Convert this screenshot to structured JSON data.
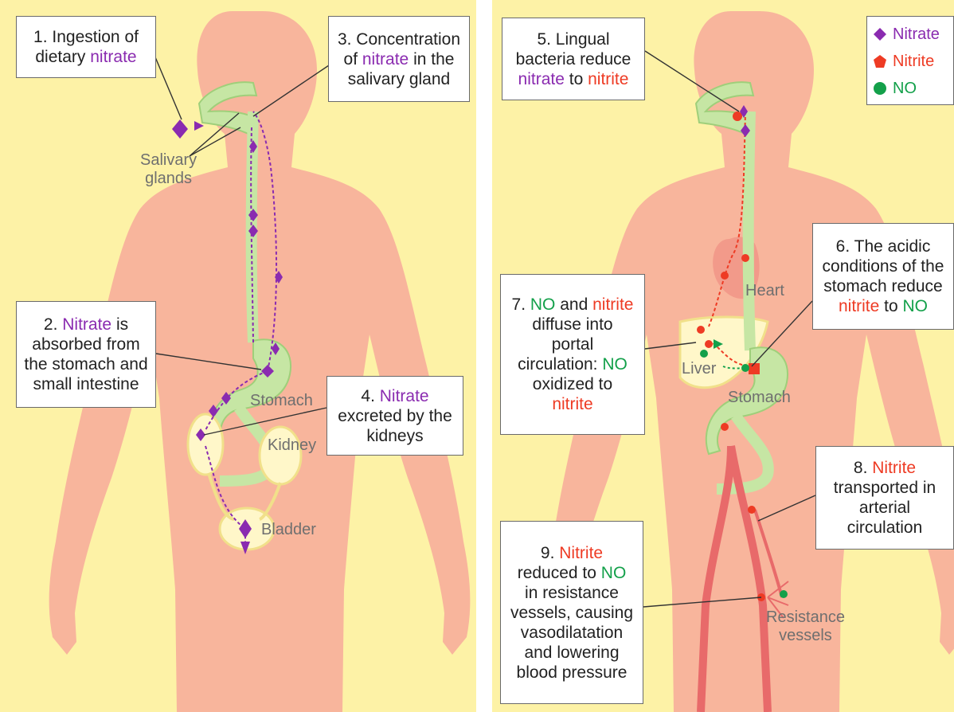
{
  "left": {
    "box1": {
      "line1": "1. Ingestion of",
      "line2_prefix": "dietary ",
      "line2_colored": "nitrate"
    },
    "box3": {
      "line1": "3. Concentration",
      "line2_prefix": "of ",
      "line2_colored": "nitrate",
      "line2_suffix": " in the",
      "line3": "salivary gland"
    },
    "box2": {
      "line1_prefix": "2. ",
      "line1_colored": "Nitrate",
      "line1_suffix": " is",
      "line2": "absorbed from",
      "line3": "the stomach and",
      "line4": "small intestine"
    },
    "box4": {
      "line1_prefix": "4. ",
      "line1_colored": "Nitrate",
      "line2": "excreted by the",
      "line3": "kidneys"
    },
    "labels": {
      "salivary": "Salivary",
      "glands": "glands",
      "stomach": "Stomach",
      "kidney": "Kidney",
      "bladder": "Bladder"
    }
  },
  "right": {
    "legend": {
      "nitrate": "Nitrate",
      "nitrite": "Nitrite",
      "no": "NO"
    },
    "box5": {
      "line1": "5. Lingual",
      "line2": "bacteria reduce",
      "line3_a": "nitrate",
      "line3_b": " to ",
      "line3_c": "nitrite"
    },
    "box6": {
      "line1": "6. The acidic",
      "line2": "conditions of the",
      "line3": "stomach reduce",
      "line4_a": "nitrite",
      "line4_b": " to ",
      "line4_c": "NO"
    },
    "box7": {
      "line1_a": "7. ",
      "line1_b": "NO",
      "line1_c": " and ",
      "line1_d": "nitrite",
      "line2": "diffuse into",
      "line3": "portal",
      "line4_a": "circulation: ",
      "line4_b": "NO",
      "line5": "oxidized to",
      "line6": "nitrite"
    },
    "box8": {
      "line1_a": "8. ",
      "line1_b": "Nitrite",
      "line2": "transported in",
      "line3": "arterial",
      "line4": "circulation"
    },
    "box9": {
      "line1_a": "9. ",
      "line1_b": "Nitrite",
      "line2_a": "reduced to ",
      "line2_b": "NO",
      "line3": "in resistance",
      "line4": "vessels, causing",
      "line5": "vasodilatation",
      "line6": "and lowering",
      "line7": "blood pressure"
    },
    "labels": {
      "heart": "Heart",
      "liver": "Liver",
      "stomach": "Stomach",
      "resistance": "Resistance",
      "vessels": "vessels"
    }
  },
  "colors": {
    "background": "#fdf2a6",
    "body": "#f8b59c",
    "gut": "#c6e6a4",
    "nitrate": "#8a2bb0",
    "nitrite": "#ee3b24",
    "no": "#13a04a"
  }
}
